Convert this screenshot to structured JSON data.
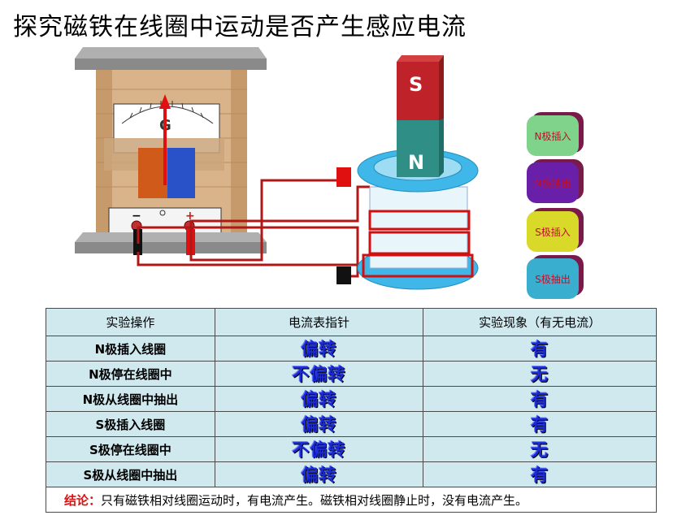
{
  "title": "探究磁铁在线圈中运动是否产生感应电流",
  "galvanometer": {
    "letter": "G",
    "minus": "−",
    "plus": "+"
  },
  "magnet": {
    "top_pole": "S",
    "bottom_pole": "N",
    "top_color": "#c0222a",
    "bottom_color": "#2f8f86"
  },
  "buttons": [
    {
      "label": "N极插入",
      "bg": "#7fd38a",
      "fg": "#c0102a"
    },
    {
      "label": "N极抽出",
      "bg": "#6a1fa8",
      "fg": "#c0102a"
    },
    {
      "label": "S极插入",
      "bg": "#d9d92a",
      "fg": "#c0102a"
    },
    {
      "label": "S极抽出",
      "bg": "#3aaecf",
      "fg": "#c0102a"
    }
  ],
  "table": {
    "headers": [
      "实验操作",
      "电流表指针",
      "实验现象（有无电流）"
    ],
    "rows": [
      {
        "op": "N极插入线圈",
        "needle": "偏转",
        "result": "有"
      },
      {
        "op": "N极停在线圈中",
        "needle": "不偏转",
        "result": "无"
      },
      {
        "op": "N极从线圈中抽出",
        "needle": "偏转",
        "result": "有"
      },
      {
        "op": "S极插入线圈",
        "needle": "偏转",
        "result": "有"
      },
      {
        "op": "S极停在线圈中",
        "needle": "不偏转",
        "result": "无"
      },
      {
        "op": "S极从线圈中抽出",
        "needle": "偏转",
        "result": "有"
      }
    ],
    "conclusion_label": "结论：",
    "conclusion_text": "只有磁铁相对线圈运动时，有电流产生。磁铁相对线圈静止时，没有电流产生。"
  }
}
